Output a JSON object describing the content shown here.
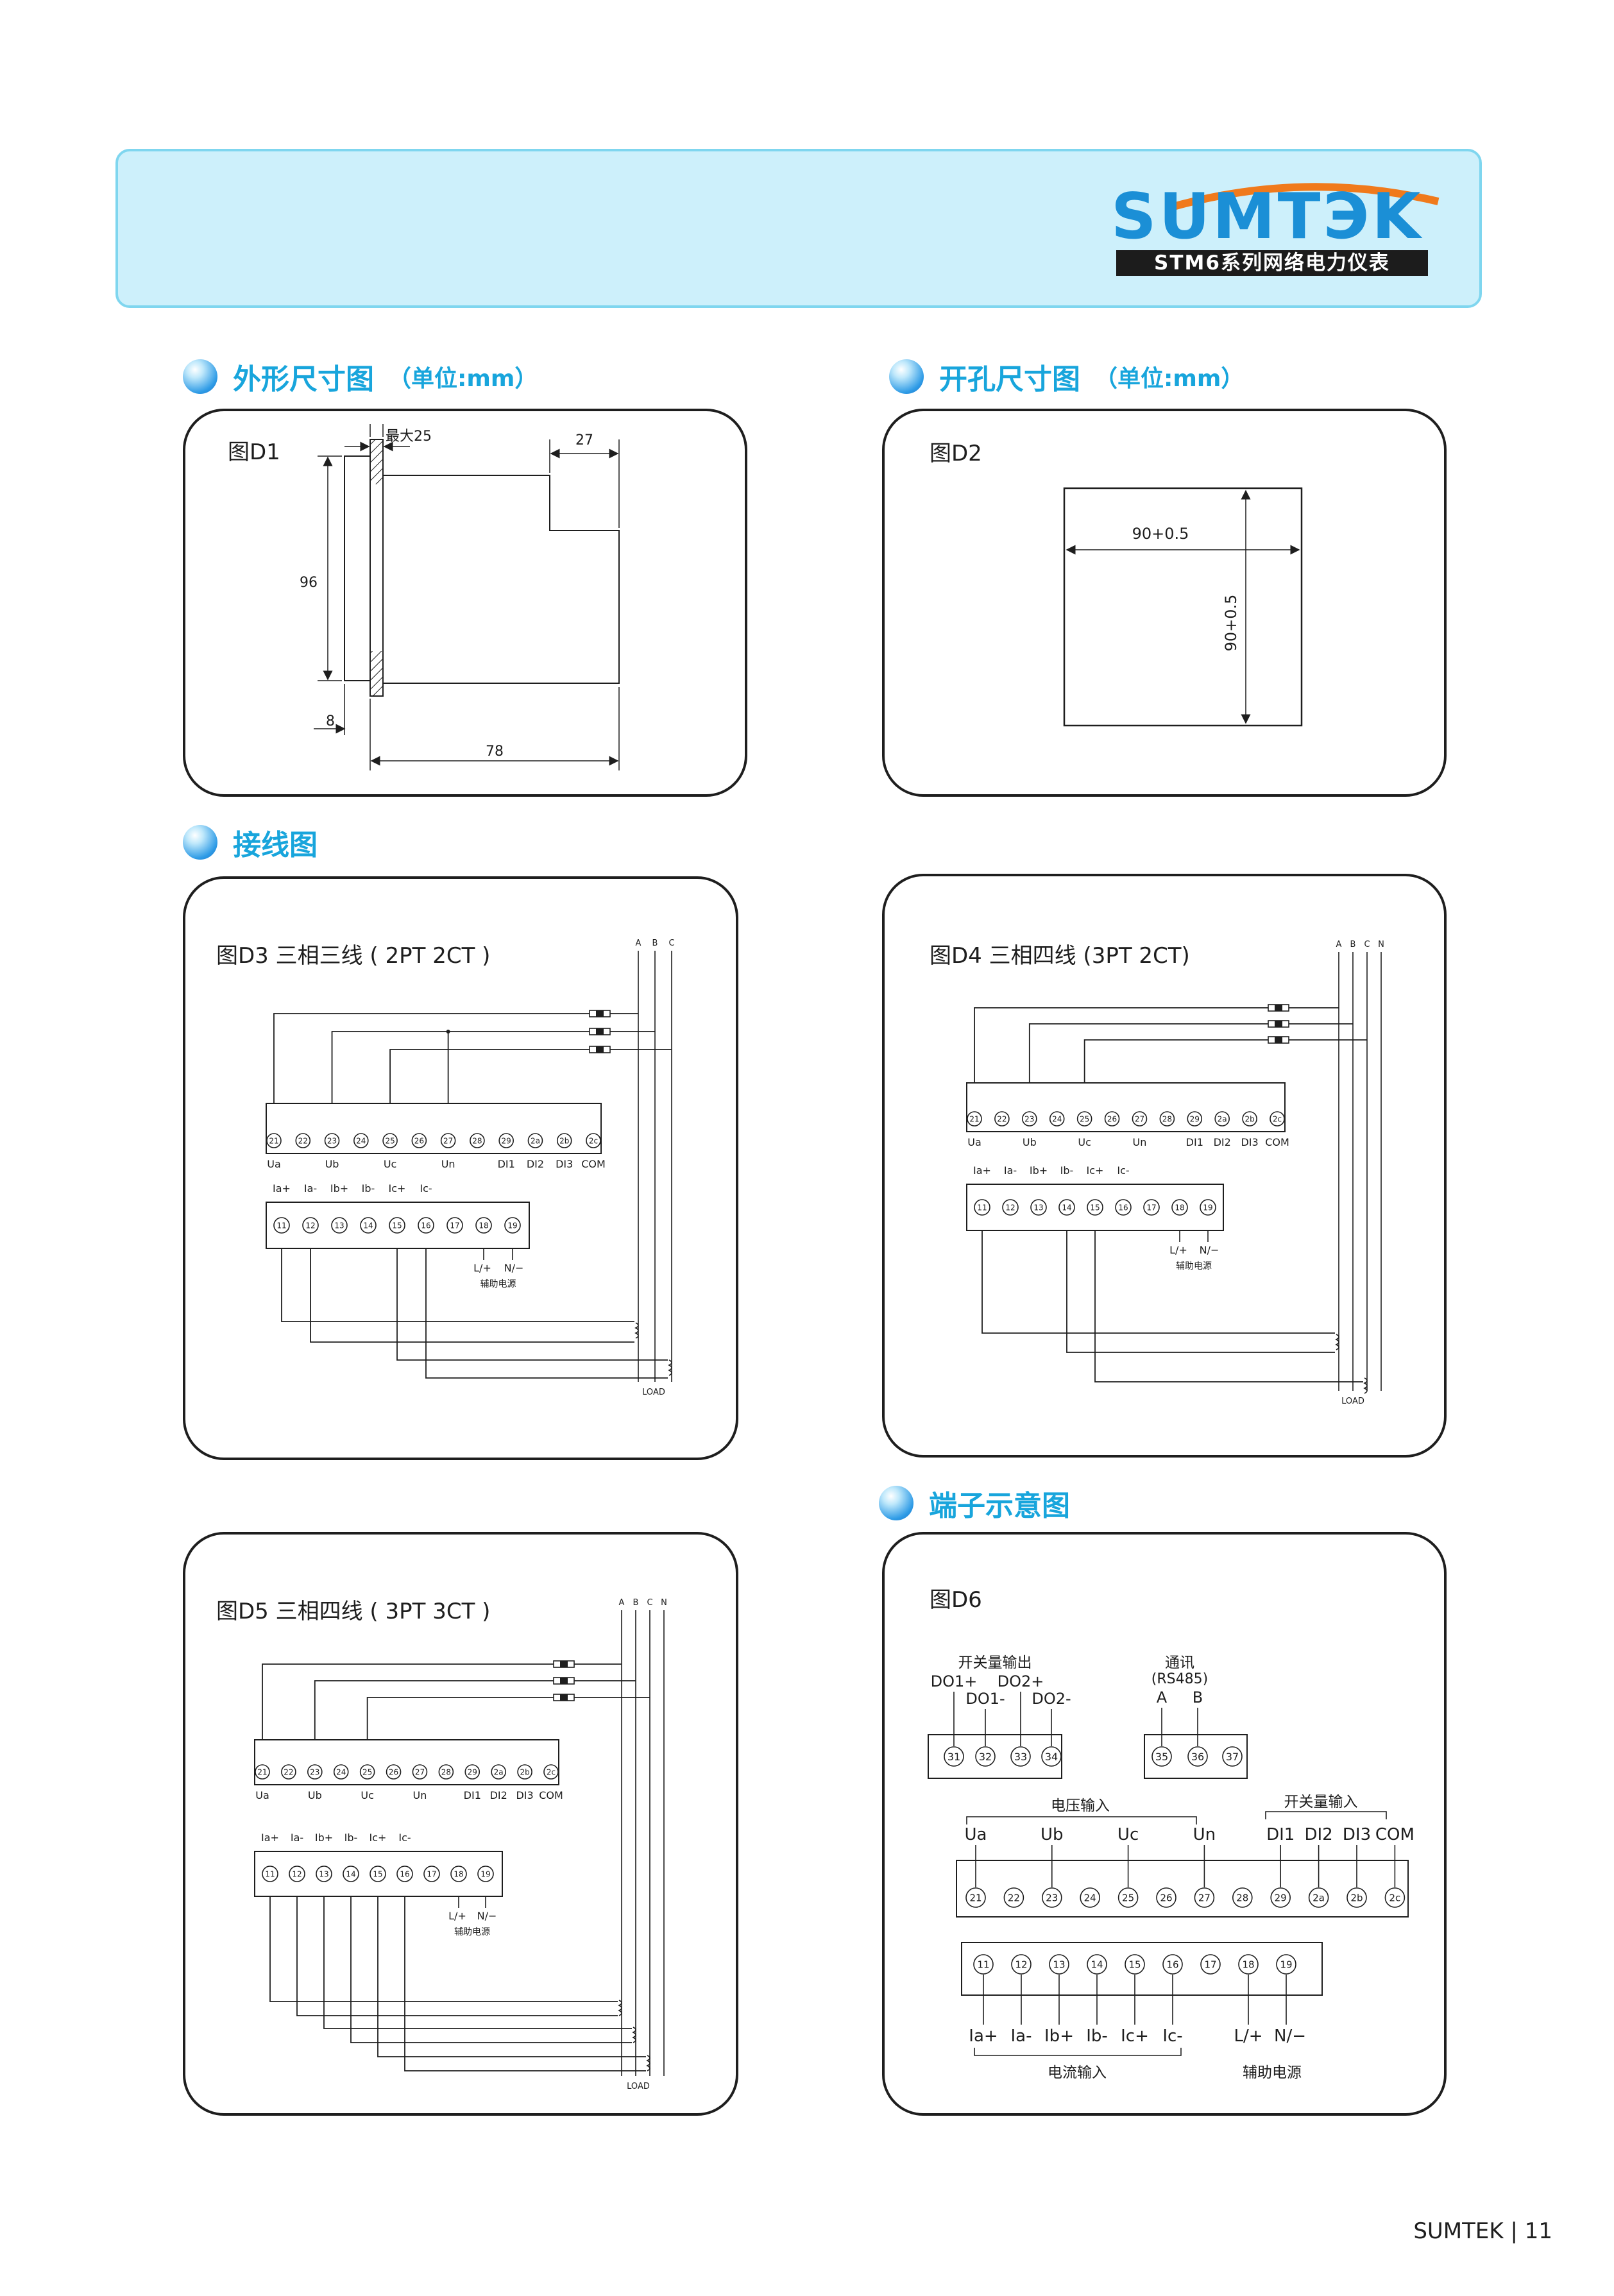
{
  "header": {
    "logo_text": "SUMTЭK",
    "series": "STM6系列网络电力仪表",
    "accent_orange": "#f07a1c",
    "accent_blue": "#1b8fd6"
  },
  "sections": {
    "outline": {
      "title": "外形尺寸图",
      "unit": "（单位:mm）"
    },
    "cutout": {
      "title": "开孔尺寸图",
      "unit": "（单位:mm）"
    },
    "wiring": {
      "title": "接线图"
    },
    "terminals": {
      "title": "端子示意图"
    }
  },
  "d1": {
    "label": "图D1",
    "dims": {
      "max25": "最大25",
      "d27": "27",
      "d96": "96",
      "d8": "8",
      "d78": "78"
    }
  },
  "d2": {
    "label": "图D2",
    "dims": {
      "w": "90+0.5",
      "h": "90+0.5"
    }
  },
  "d3": {
    "label": "图D3 三相三线 ( 2PT 2CT )",
    "phases": [
      "A",
      "B",
      "C"
    ],
    "voltage_terminals": [
      "21",
      "22",
      "23",
      "24",
      "25",
      "26",
      "27",
      "28",
      "29",
      "2a",
      "2b",
      "2c"
    ],
    "voltage_labels": [
      "Ua",
      "Ub",
      "Uc",
      "Un",
      "DI1",
      "DI2",
      "DI3",
      "COM"
    ],
    "current_terminals": [
      "11",
      "12",
      "13",
      "14",
      "15",
      "16",
      "17",
      "18",
      "19"
    ],
    "current_labels": [
      "Ia+",
      "Ia-",
      "Ib+",
      "Ib-",
      "Ic+",
      "Ic-"
    ],
    "power_labels": [
      "L/+",
      "N/−"
    ],
    "aux_power": "辅助电源",
    "load": "LOAD"
  },
  "d4": {
    "label": "图D4 三相四线 (3PT 2CT)",
    "phases": [
      "A",
      "B",
      "C",
      "N"
    ],
    "load": "LOAD"
  },
  "d5": {
    "label": "图D5 三相四线 ( 3PT 3CT )",
    "phases": [
      "A",
      "B",
      "C",
      "N"
    ],
    "load": "LOAD"
  },
  "d6": {
    "label": "图D6",
    "do_title": "开关量输出",
    "do_labels": [
      "DO1+",
      "DO1-",
      "DO2+",
      "DO2-"
    ],
    "do_terminals": [
      "31",
      "32",
      "33",
      "34"
    ],
    "comm_title": "通讯",
    "comm_sub": "(RS485)",
    "comm_labels": [
      "A",
      "B"
    ],
    "comm_terminals": [
      "35",
      "36",
      "37"
    ],
    "voltage_in": "电压输入",
    "di_in": "开关量输入",
    "u_labels": [
      "Ua",
      "Ub",
      "Uc",
      "Un"
    ],
    "di_labels": [
      "DI1",
      "DI2",
      "DI3",
      "COM"
    ],
    "u_terminals": [
      "21",
      "22",
      "23",
      "24",
      "25",
      "26",
      "27",
      "28",
      "29",
      "2a",
      "2b",
      "2c"
    ],
    "i_terminals": [
      "11",
      "12",
      "13",
      "14",
      "15",
      "16",
      "17",
      "18",
      "19"
    ],
    "i_labels": [
      "Ia+",
      "Ia-",
      "Ib+",
      "Ib-",
      "Ic+",
      "Ic-"
    ],
    "p_labels": [
      "L/+",
      "N/−"
    ],
    "current_in": "电流输入",
    "aux_power": "辅助电源"
  },
  "footer": {
    "text": "SUMTEK | 11"
  }
}
